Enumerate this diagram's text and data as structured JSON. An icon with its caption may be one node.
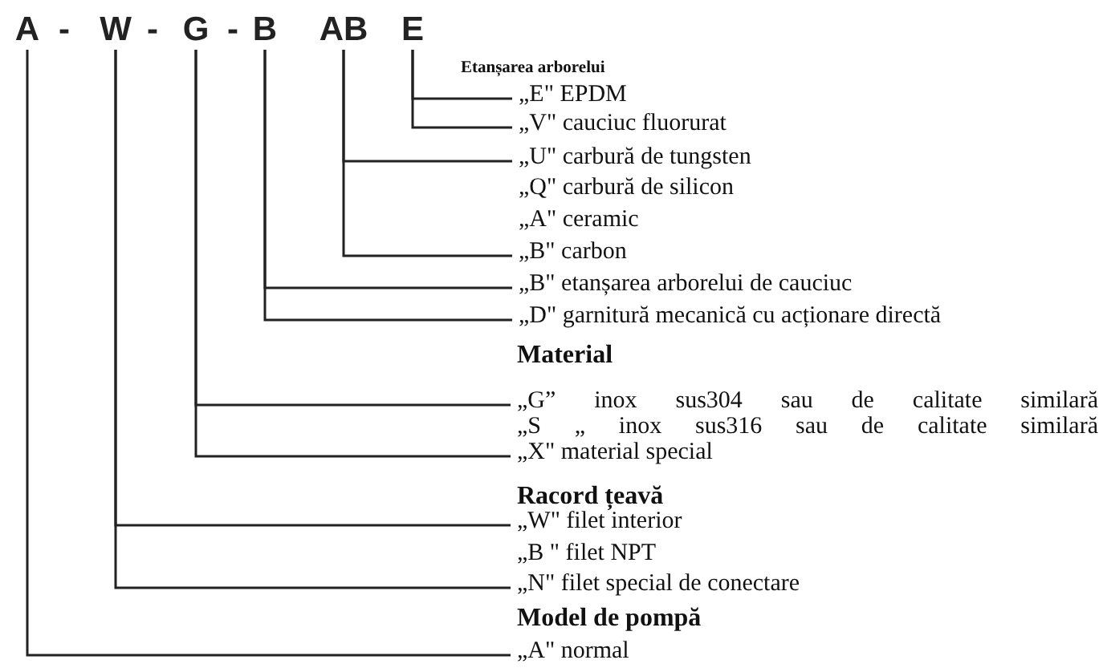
{
  "diagram": {
    "nodes": [
      {
        "text": [
          "A"
        ]
      },
      {
        "text": [
          "W"
        ]
      },
      {
        "text": [
          "G"
        ]
      },
      {
        "text": [
          "B"
        ]
      },
      {
        "text": [
          "AB"
        ]
      },
      {
        "text": [
          "E"
        ]
      },
      {
        "text": [
          "„E\" EPDM"
        ]
      },
      {
        "text": [
          "„V\" cauciuc fluorurat"
        ]
      },
      {
        "text": [
          "„U\" carbură de tungsten"
        ]
      },
      {
        "text": [
          "„B\" carbon"
        ]
      },
      {
        "text": [
          "„B\" etanșarea arborelui de cauciuc"
        ]
      },
      {
        "text": [
          "„D\" garnitură mecanică cu acționare directă"
        ]
      },
      {
        "text": [
          "„G” inox sus304 sau de calitate similară"
        ]
      },
      {
        "text": [
          "„X\" material special"
        ]
      },
      {
        "text": [
          "„W\" filet interior"
        ]
      },
      {
        "text": [
          "„N\" filet special de conectare"
        ]
      },
      {
        "text": [
          "„A\" normal"
        ]
      }
    ],
    "edges": [
      {
        "from": 5,
        "to": 6,
        "arrow": "none"
      },
      {
        "from": 5,
        "to": 7,
        "arrow": "none"
      },
      {
        "from": 4,
        "to": 8,
        "arrow": "none"
      },
      {
        "from": 4,
        "to": 9,
        "arrow": "none"
      },
      {
        "from": 3,
        "to": 10,
        "arrow": "none"
      },
      {
        "from": 3,
        "to": 11,
        "arrow": "none"
      },
      {
        "from": 2,
        "to": 12,
        "arrow": "none"
      },
      {
        "from": 2,
        "to": 13,
        "arrow": "none"
      },
      {
        "from": 1,
        "to": 14,
        "arrow": "none"
      },
      {
        "from": 1,
        "to": 15,
        "arrow": "none"
      },
      {
        "from": 0,
        "to": 16,
        "arrow": "none"
      }
    ],
    "labels": [
      "-",
      "-",
      "-",
      "Etanșarea arborelui",
      "„Q\" carbură de silicon",
      "„A\" ceramic",
      "Material",
      "„S „ inox sus316 sau de calitate similară",
      "Racord țeavă",
      "„B \" filet NPT",
      "Model de pompă"
    ]
  }
}
